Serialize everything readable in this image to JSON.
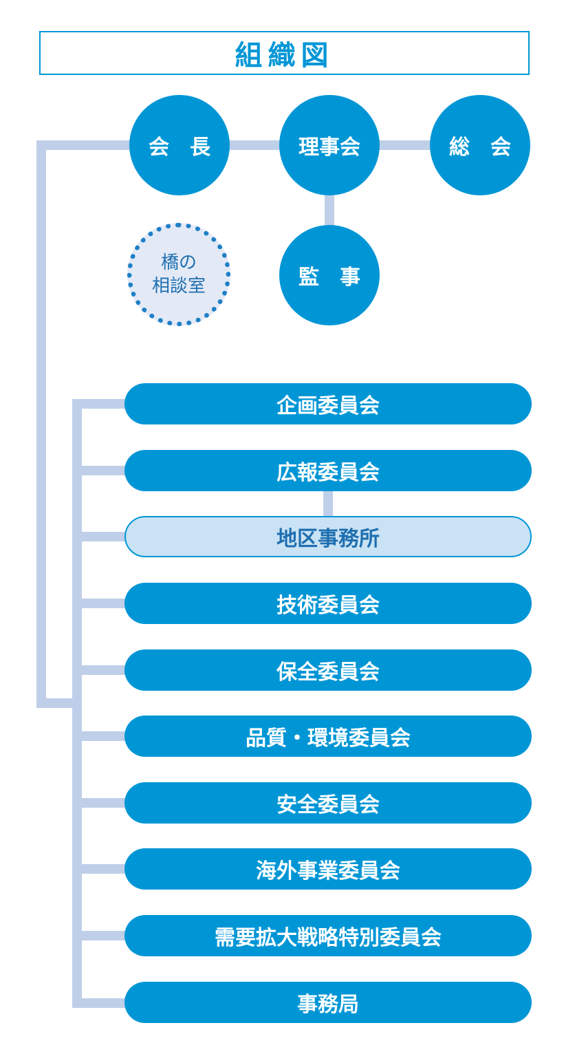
{
  "title": "組織図",
  "top_nodes": {
    "president": "会　長",
    "board": "理事会",
    "general_assembly": "総　会",
    "auditor": "監　事",
    "consultation": {
      "line1": "橋の",
      "line2": "相談室"
    }
  },
  "committees": [
    {
      "label": "企画委員会",
      "style": "primary"
    },
    {
      "label": "広報委員会",
      "style": "primary"
    },
    {
      "label": "地区事務所",
      "style": "light"
    },
    {
      "label": "技術委員会",
      "style": "primary"
    },
    {
      "label": "保全委員会",
      "style": "primary"
    },
    {
      "label": "品質・環境委員会",
      "style": "primary"
    },
    {
      "label": "安全委員会",
      "style": "primary"
    },
    {
      "label": "海外事業委員会",
      "style": "primary"
    },
    {
      "label": "需要拡大戦略特別委員会",
      "style": "primary"
    },
    {
      "label": "事務局",
      "style": "primary"
    }
  ],
  "colors": {
    "primary": "#0096d6",
    "connector": "#bfcfe9",
    "light_fill": "#c9e3f4",
    "dotted_fill": "#e3eaf6"
  }
}
